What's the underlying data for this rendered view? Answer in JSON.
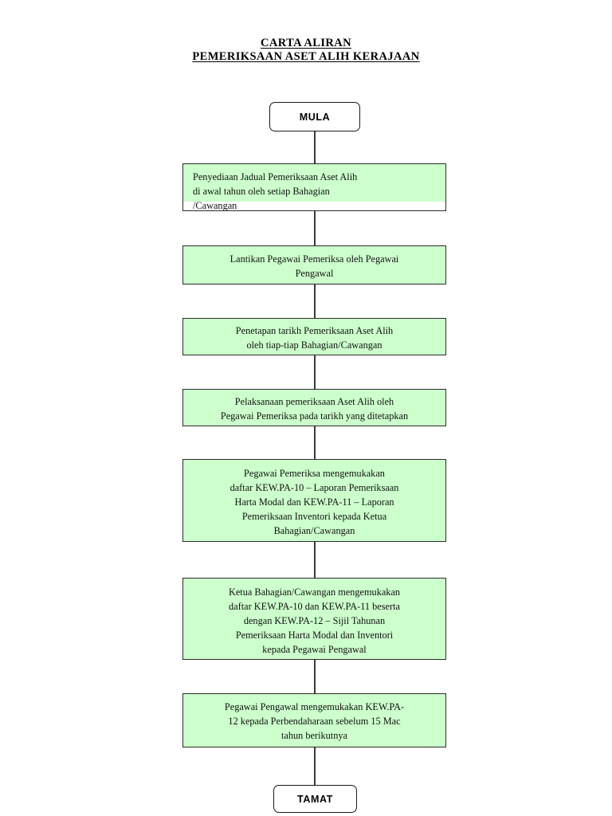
{
  "document": {
    "title_lines": [
      "CARTA ALIRAN",
      "PEMERIKSAAN ASET ALIH KERAJAAN"
    ],
    "title_line_1": "CARTA ALIRAN",
    "title_line_2": "PEMERIKSAAN ASET ALIH KERAJAAN"
  },
  "colors": {
    "process_fill": "#ccffcc",
    "terminal_fill": "#ffffff",
    "border": "#2b2b2b",
    "connector": "#3a3a3a",
    "text": "#111111",
    "page_background": "#ffffff"
  },
  "flowchart": {
    "orientation": "top-to-bottom",
    "connector_style": "plain-line-no-arrowhead",
    "nodes": [
      {
        "id": "start",
        "shape": "rounded-rectangle",
        "kind": "terminal",
        "text": "MULA"
      },
      {
        "id": "step-1",
        "shape": "rectangle",
        "kind": "process",
        "text": "Penyediaan Jadual Pemeriksaan Aset Alih\ndi awal tahun oleh setiap Bahagian\n/Cawangan"
      },
      {
        "id": "step-2",
        "shape": "rectangle",
        "kind": "process",
        "text": "Lantikan Pegawai Pemeriksa oleh Pegawai\nPengawal"
      },
      {
        "id": "step-3",
        "shape": "rectangle",
        "kind": "process",
        "text": "Penetapan tarikh Pemeriksaan Aset Alih\n      oleh tiap-tiap Bahagian/Cawangan"
      },
      {
        "id": "step-4",
        "shape": "rectangle",
        "kind": "process",
        "text": "Pelaksanaan pemeriksaan Aset Alih oleh\nPegawai Pemeriksa pada tarikh yang ditetapkan"
      },
      {
        "id": "step-5",
        "shape": "rectangle",
        "kind": "process",
        "text": "Pegawai Pemeriksa mengemukakan\ndaftar KEW.PA-10 – Laporan Pemeriksaan\nHarta Modal dan KEW.PA-11 – Laporan\nPemeriksaan Inventori kepada Ketua\nBahagian/Cawangan"
      },
      {
        "id": "step-6",
        "shape": "rectangle",
        "kind": "process",
        "text": "Ketua Bahagian/Cawangan mengemukakan\ndaftar KEW.PA-10 dan KEW.PA-11 beserta\ndengan KEW.PA-12 – Sijil Tahunan\nPemeriksaan Harta Modal dan Inventori\nkepada Pegawai Pengawal"
      },
      {
        "id": "step-7",
        "shape": "rectangle",
        "kind": "process",
        "text": "Pegawai Pengawal mengemukakan KEW.PA-\n12 kepada Perbendaharaan sebelum 15 Mac\ntahun berikutnya"
      },
      {
        "id": "end",
        "shape": "rounded-rectangle",
        "kind": "terminal",
        "text": "TAMAT"
      }
    ]
  }
}
